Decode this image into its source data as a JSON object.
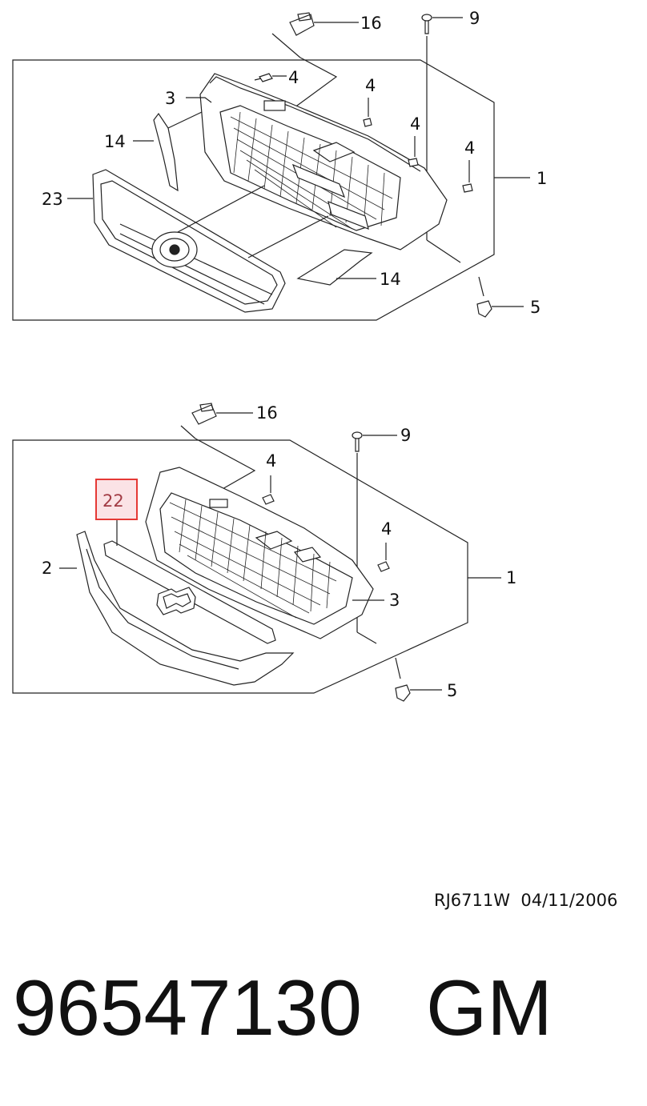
{
  "diagram_top": {
    "callouts": [
      "16",
      "9",
      "4",
      "3",
      "4",
      "4",
      "14",
      "4",
      "1",
      "23",
      "14",
      "5"
    ]
  },
  "diagram_bottom": {
    "callouts": [
      "16",
      "9",
      "4",
      "22",
      "4",
      "2",
      "1",
      "3",
      "5"
    ],
    "highlight": "22",
    "highlight_color": "#e53935"
  },
  "footer": {
    "reference": "RJ6711W  04/11/2006",
    "part_number": "96547130",
    "brand": "GM"
  }
}
